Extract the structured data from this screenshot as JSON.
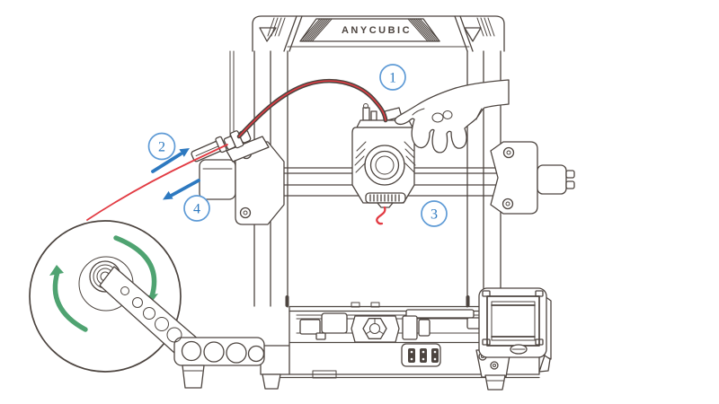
{
  "printer": {
    "brand": "ANYCUBIC"
  },
  "steps": [
    {
      "number": "1"
    },
    {
      "number": "2"
    },
    {
      "number": "3"
    },
    {
      "number": "4"
    }
  ],
  "icons": {
    "step2_arrow": "arrow-up-right",
    "step4_arrow": "arrow-down-left",
    "spool_rotation_left": "curved-rotation-arrow",
    "spool_rotation_right": "curved-rotation-arrow",
    "fan": "circular-fan",
    "hand": "hand-pressing-lever"
  },
  "colors": {
    "line": "#4d4540",
    "blue": "#2d79c0",
    "badge": "#5f9bd6",
    "red": "#e23b43",
    "green": "#4fa371",
    "bg": "#ffffff"
  }
}
